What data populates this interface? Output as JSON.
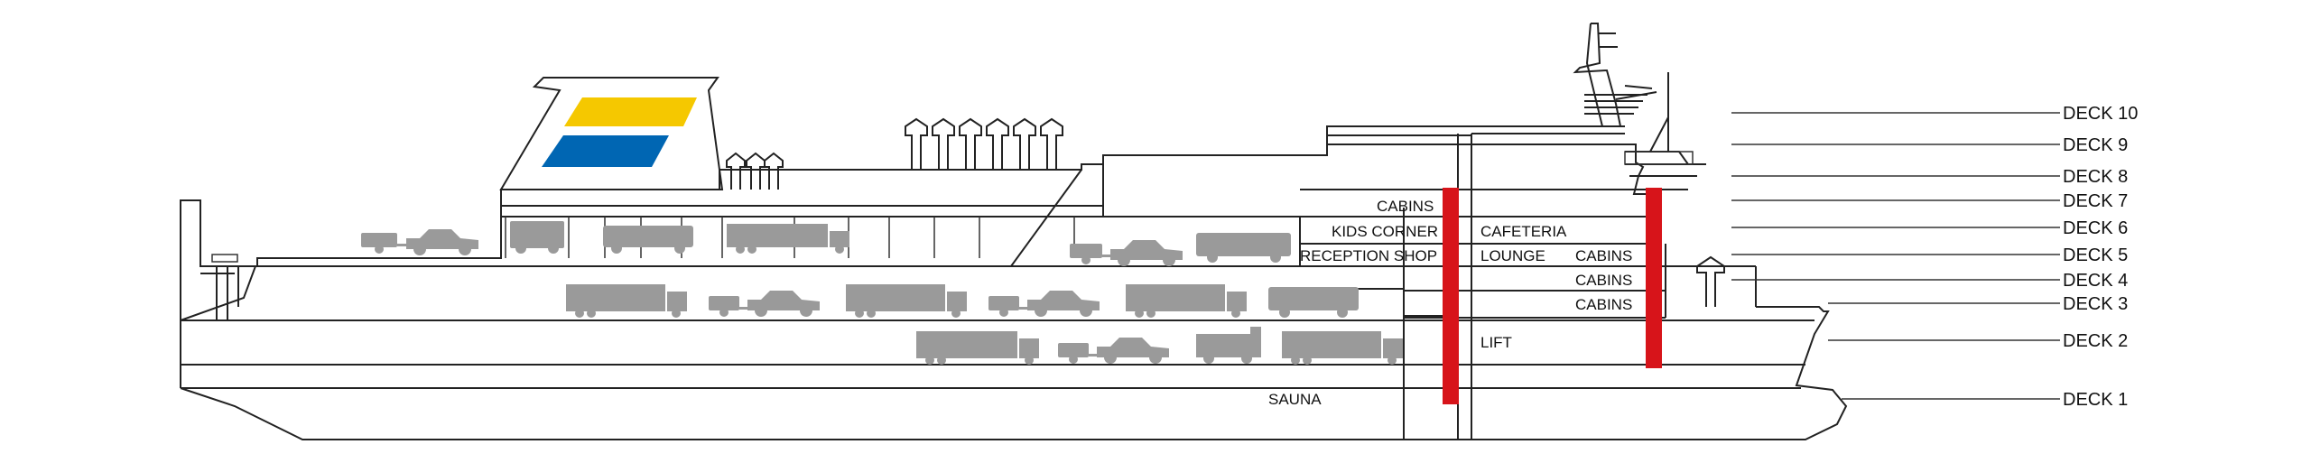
{
  "decks": [
    "DECK 10",
    "DECK 9",
    "DECK 8",
    "DECK 7",
    "DECK 6",
    "DECK 5",
    "DECK 4",
    "DECK 3",
    "DECK 2",
    "DECK 1"
  ],
  "areas": {
    "cabins_upper": "CABINS",
    "kids_corner": "KIDS CORNER",
    "reception_shop": "RECEPTION SHOP",
    "cafeteria": "CAFETERIA",
    "lounge": "LOUNGE",
    "cabins_deck5": "CABINS",
    "cabins_deck4": "CABINS",
    "cabins_deck3": "CABINS",
    "lift": "LIFT",
    "sauna": "SAUNA"
  },
  "colors": {
    "funnel_yellow": "#f5c800",
    "funnel_blue": "#0066b3",
    "lift_red": "#d7141a",
    "vehicle_gray": "#9a9a9a"
  }
}
